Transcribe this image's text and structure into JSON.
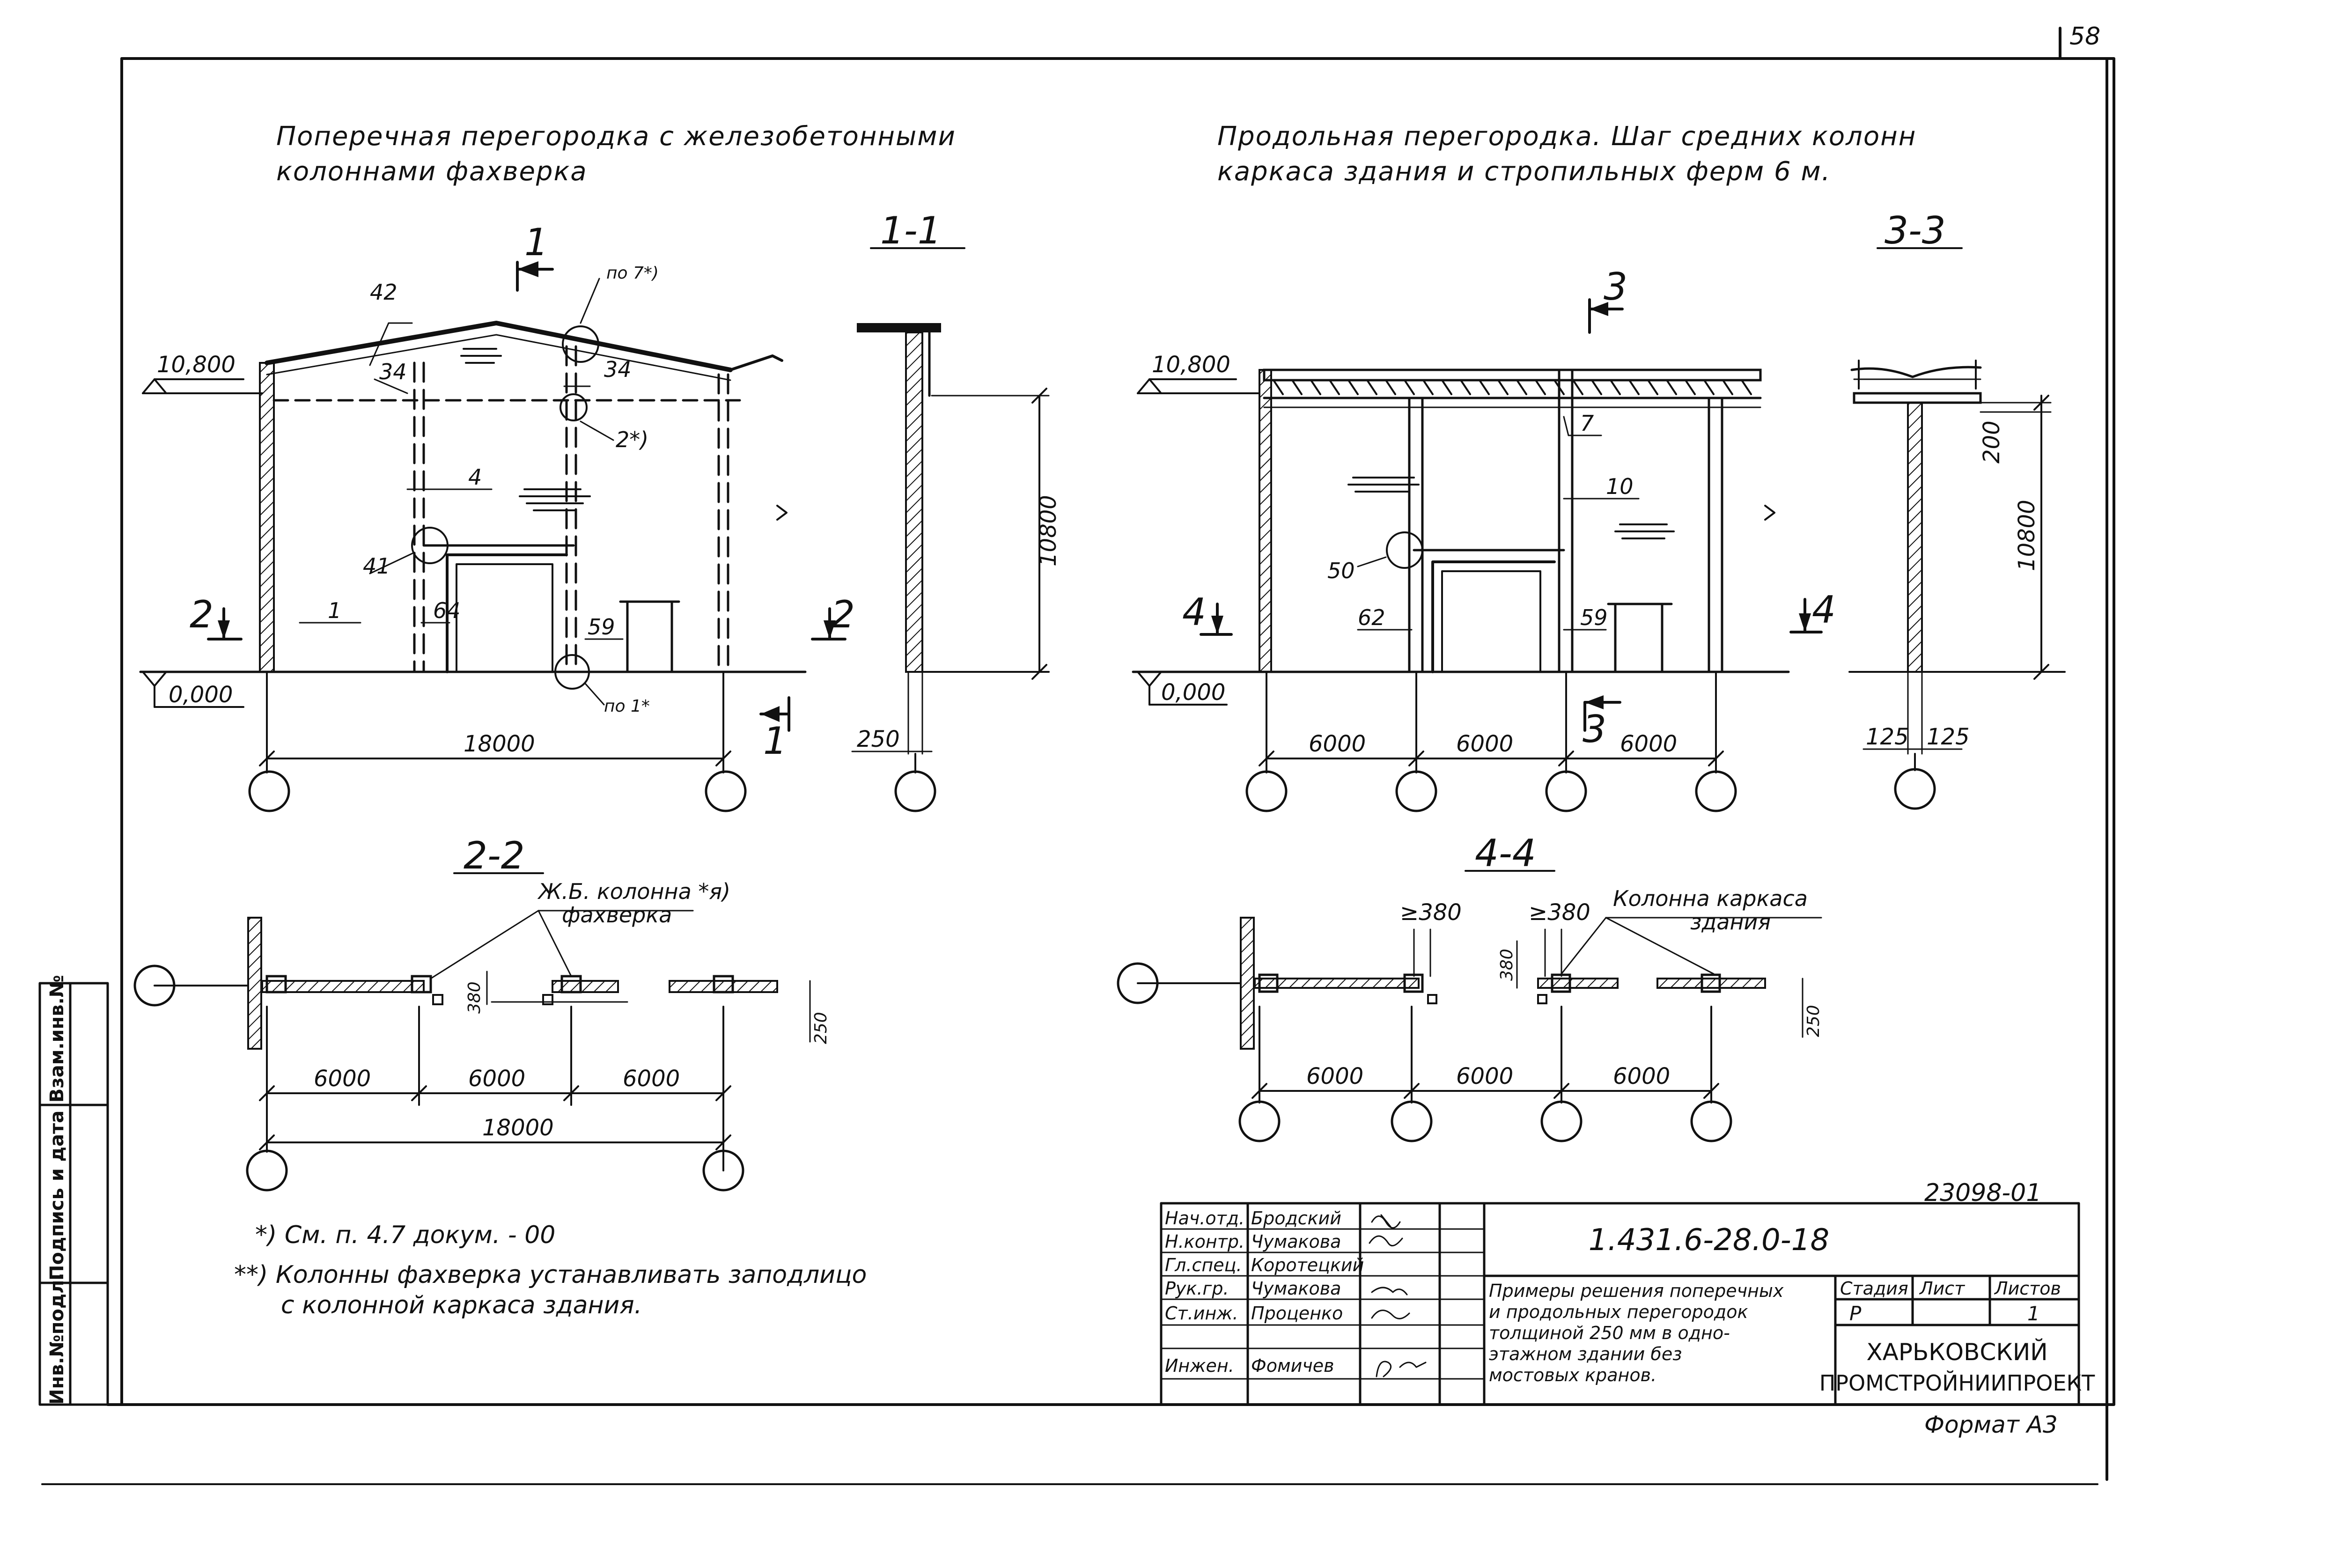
{
  "sheet_number": "58",
  "left_title_line1": "Поперечная перегородка с железобетонными",
  "left_title_line2": "колоннами фахверка",
  "right_title_line1": "Продольная перегородка. Шаг средних колонн",
  "right_title_line2": "каркаса здания и стропильных ферм 6 м.",
  "sections": {
    "s11": "1-1",
    "s22": "2-2",
    "s33": "3-3",
    "s44": "4-4"
  },
  "cut_marks": {
    "one": "1",
    "two": "2",
    "three": "3",
    "four": "4"
  },
  "levels": {
    "top": "10,800",
    "zero": "0,000"
  },
  "left_elev_labels": {
    "p42": "42",
    "p34a": "34",
    "p34b": "34",
    "p4": "4",
    "p41": "41",
    "p1": "1",
    "p64": "64",
    "p59": "59",
    "po7": "по 7*)",
    "p2": "2*)",
    "po1": "по 1*"
  },
  "right_elev_labels": {
    "p7": "7",
    "p10": "10",
    "p50": "50",
    "p62": "62",
    "p59": "59"
  },
  "dimensions": {
    "d18000": "18000",
    "d10800": "10800",
    "d250": "250",
    "d6000": "6000",
    "d200": "200",
    "d125": "125",
    "d380": "380",
    "dge380": "≥380"
  },
  "plan_labels": {
    "rc_column_line1": "Ж.Б. колонна *я)",
    "rc_column_line2": "фахверка",
    "frame_column_line1": "Колонна каркаса",
    "frame_column_line2": "здания"
  },
  "notes": {
    "n1": "*) См. п. 4.7 докум. - 00",
    "n2a": "**) Колонны фахверка устанавливать заподлицо",
    "n2b": "с колонной каркаса здания."
  },
  "side_strip": [
    "Инв.№подл.",
    "Подпись и дата",
    "Взам.инв.№"
  ],
  "inventory_number": "23098-01",
  "doc_code": "1.431.6-28.0-18",
  "title_block": {
    "rows": [
      {
        "role": "Нач.отд.",
        "name": "Бродский"
      },
      {
        "role": "Н.контр.",
        "name": "Чумакова"
      },
      {
        "role": "Гл.спец.",
        "name": "Коротецкий"
      },
      {
        "role": "Рук.гр.",
        "name": "Чумакова"
      },
      {
        "role": "Ст.инж.",
        "name": "Проценко"
      },
      {
        "role": "",
        "name": ""
      },
      {
        "role": "Инжен.",
        "name": "Фомичев"
      }
    ],
    "description": [
      "Примеры решения поперечных",
      "и продольных перегородок",
      "толщиной 250 мм в одно-",
      "этажном здании без",
      "мостовых кранов."
    ],
    "stage_header": "Стадия",
    "sheet_header": "Лист",
    "sheets_header": "Листов",
    "stage_value": "Р",
    "sheet_value": "",
    "sheets_value": "1",
    "org_line1": "ХАРЬКОВСКИЙ",
    "org_line2": "ПРОМСТРОЙНИИПРОЕКТ"
  },
  "format_label": "Формат А3"
}
